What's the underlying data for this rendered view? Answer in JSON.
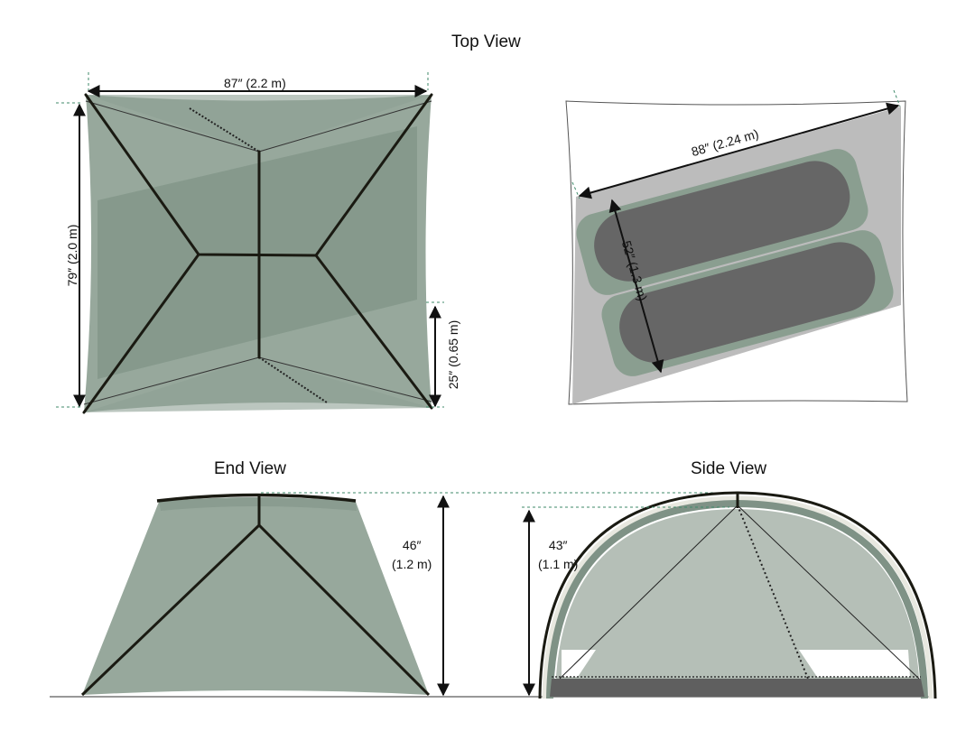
{
  "titles": {
    "top_view": "Top View",
    "end_view": "End View",
    "side_view": "Side View"
  },
  "dimensions": {
    "top_width": "87″ (2.2 m)",
    "top_depth": "79″ (2.0 m)",
    "vestibule": "25″ (0.65 m)",
    "floor_diagonal": "88″ (2.24 m)",
    "floor_width": "52″ (1.3 m)",
    "end_height_in": "46″",
    "end_height_m": "(1.2 m)",
    "side_height_in": "43″",
    "side_height_m": "(1.1 m)"
  },
  "colors": {
    "fly": "#97a89c",
    "fly_dark": "#869a8e",
    "inner": "#7f9286",
    "pole": "#1a1a12",
    "guide": "#3f8a6a",
    "floor_gray": "#bcbcbc",
    "pad": "#666666",
    "pad_border": "#8a9e90"
  }
}
